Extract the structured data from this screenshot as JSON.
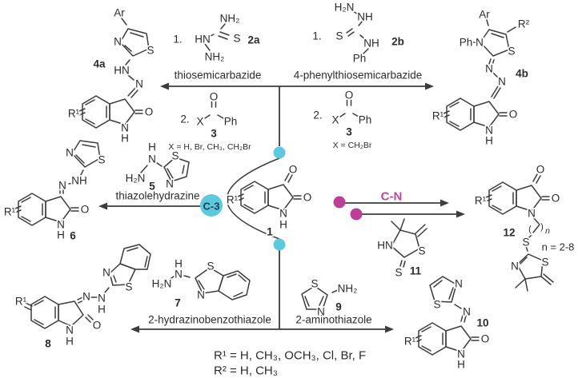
{
  "atoms": {
    "N": "N",
    "S": "S",
    "O": "O",
    "H": "H",
    "X": "X",
    "HN": "HN",
    "NH": "NH",
    "NH2": "NH₂",
    "H2N": "H₂N",
    "Ph": "Ph",
    "Ar": "Ar",
    "R1": "R¹",
    "R2": "R²",
    "lpar": "(",
    "rpar": ")",
    "nvar": "n"
  },
  "compound_numbers": {
    "c1": "1",
    "c2a": "2a",
    "c2b": "2b",
    "c3": "3",
    "c4a": "4a",
    "c4b": "4b",
    "c5": "5",
    "c6": "6",
    "c7": "7",
    "c8": "8",
    "c9": "9",
    "c10": "10",
    "c11": "11",
    "c12": "12"
  },
  "steps": {
    "one": "1.",
    "two": "2."
  },
  "reagent_names": {
    "r2a": "thiosemicarbazide",
    "r2b": "4-phenylthiosemicarbazide",
    "r5": "thiazolehydrazine",
    "r7": "2-hydrazinobenzothiazole",
    "r9": "2-aminothiazole"
  },
  "conditions": {
    "x_def_left": "X = H, Br, CH₃, CH₂Br",
    "x_def_right": "X = CH₂Br",
    "n_range": "n = 2-8"
  },
  "hubs": {
    "c3_site": "C-3",
    "cn_site": "C-N"
  },
  "footnotes": {
    "r1_def": "R¹ = H, CH₃, OCH₃, Cl, Br, F",
    "r2_def": "R² = H, CH₃"
  },
  "colors": {
    "thiazole_fill": "#edd6ea",
    "isatin_fill": "#c9e8f1",
    "hub_cyan": "#5ec8de",
    "hub_magenta": "#bc3e96",
    "cn_text": "#c2439b",
    "c3_text": "#16424f",
    "bond": "#3c3c3c"
  }
}
